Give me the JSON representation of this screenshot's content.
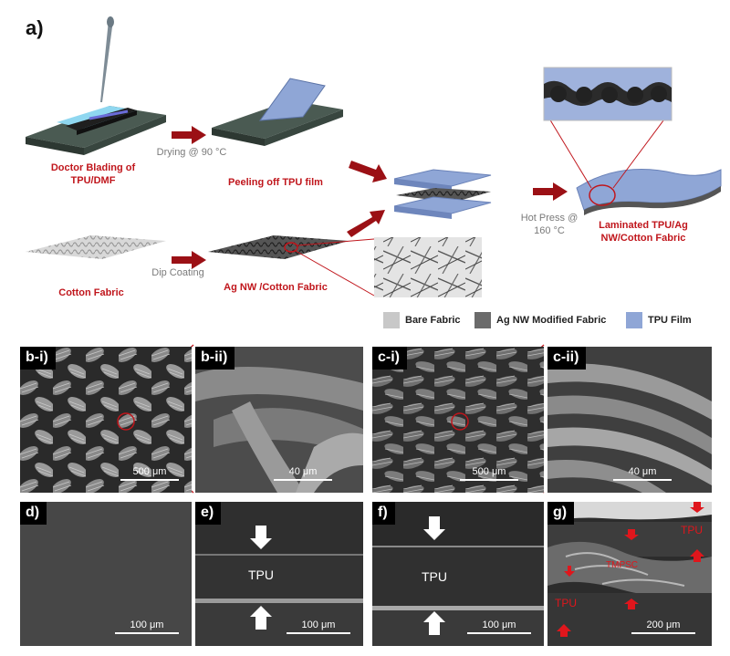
{
  "panel_a": {
    "letter": "a)",
    "steps": {
      "doctor_blading": "Doctor Blading of TPU/DMF",
      "drying": "Drying @ 90 °C",
      "peeling": "Peeling off TPU film",
      "cotton": "Cotton Fabric",
      "dip": "Dip Coating",
      "agnw_cotton": "Ag NW /Cotton Fabric",
      "hot_press": "Hot Press @ 160 °C",
      "laminated": "Laminated TPU/Ag NW/Cotton Fabric"
    },
    "legend": [
      {
        "label": "Bare Fabric",
        "color": "#c8c8c8"
      },
      {
        "label": "Ag NW Modified Fabric",
        "color": "#6b6b6b"
      },
      {
        "label": "TPU Film",
        "color": "#8fa6d6"
      }
    ]
  },
  "panels": {
    "b_i": {
      "tag": "b-i)",
      "scale": "500 μm"
    },
    "b_ii": {
      "tag": "b-ii)",
      "scale": "40 μm"
    },
    "c_i": {
      "tag": "c-i)",
      "scale": "500 μm"
    },
    "c_ii": {
      "tag": "c-ii)",
      "scale": "40 μm"
    },
    "d": {
      "tag": "d)",
      "scale": "100 μm"
    },
    "e": {
      "tag": "e)",
      "scale": "100 μm",
      "label": "TPU"
    },
    "f": {
      "tag": "f)",
      "scale": "100 μm",
      "label": "TPU"
    },
    "g": {
      "tag": "g)",
      "scale": "200 μm",
      "tpu_top": "TPU",
      "tpu_bottom": "TPU",
      "middle": "TMPSC"
    }
  },
  "colors": {
    "accent_red": "#c0161c",
    "arrow_red": "#9b1015",
    "tpu_blue": "#8fa6d6",
    "dark_platform": "#3f4f47"
  }
}
